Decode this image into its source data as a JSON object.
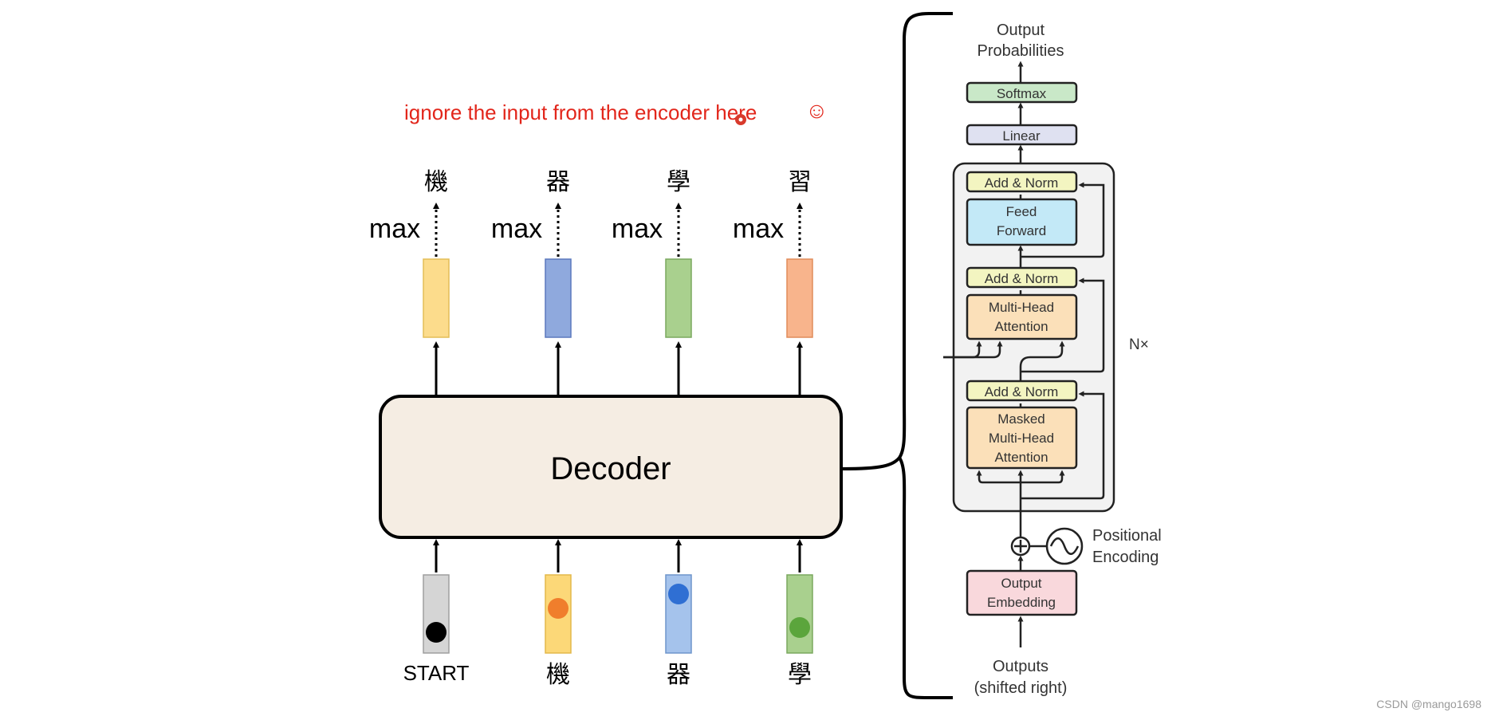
{
  "annotation": {
    "text": "ignore the input from the encoder here",
    "smiley": "☺"
  },
  "decoder": {
    "label": "Decoder"
  },
  "max_label": "max",
  "outputs": [
    {
      "char": "機",
      "color": "#fcdc8c",
      "border": "#e3bd57"
    },
    {
      "char": "器",
      "color": "#8fa9dd",
      "border": "#5b79bd"
    },
    {
      "char": "學",
      "color": "#a9d08e",
      "border": "#7aa85f"
    },
    {
      "char": "習",
      "color": "#f8b48c",
      "border": "#e08c5a"
    }
  ],
  "inputs": [
    {
      "label": "START",
      "color": "#d5d5d5",
      "border": "#9f9f9f",
      "dot": "#000000"
    },
    {
      "label": "機",
      "color": "#fcd878",
      "border": "#e3b84a",
      "dot": "#f07e2c"
    },
    {
      "label": "器",
      "color": "#a5c3ec",
      "border": "#6f95cc",
      "dot": "#2f6fd3"
    },
    {
      "label": "學",
      "color": "#a9d08e",
      "border": "#7aa85f",
      "dot": "#5ba53c"
    }
  ],
  "transformer": {
    "output_probabilities": [
      "Output",
      "Probabilities"
    ],
    "softmax": "Softmax",
    "linear": "Linear",
    "add_norm": "Add & Norm",
    "feed_forward": [
      "Feed",
      "Forward"
    ],
    "multi_head_attention": [
      "Multi-Head",
      "Attention"
    ],
    "masked_attention": [
      "Masked",
      "Multi-Head",
      "Attention"
    ],
    "nx": "N×",
    "positional_encoding": [
      "Positional",
      "Encoding"
    ],
    "output_embedding": [
      "Output",
      "Embedding"
    ],
    "outputs_label": [
      "Outputs",
      "(shifted right)"
    ]
  },
  "watermark": "CSDN @mango1698",
  "colors": {
    "annotation": "#e2261b",
    "decoder_fill": "#f5ede3",
    "add_norm": "#f3f5c1",
    "feed_forward": "#c3e9f7",
    "attention": "#fbe0b9",
    "softmax": "#c9e8c8",
    "linear": "#dfe1f1",
    "embedding": "#f9d8dc"
  }
}
